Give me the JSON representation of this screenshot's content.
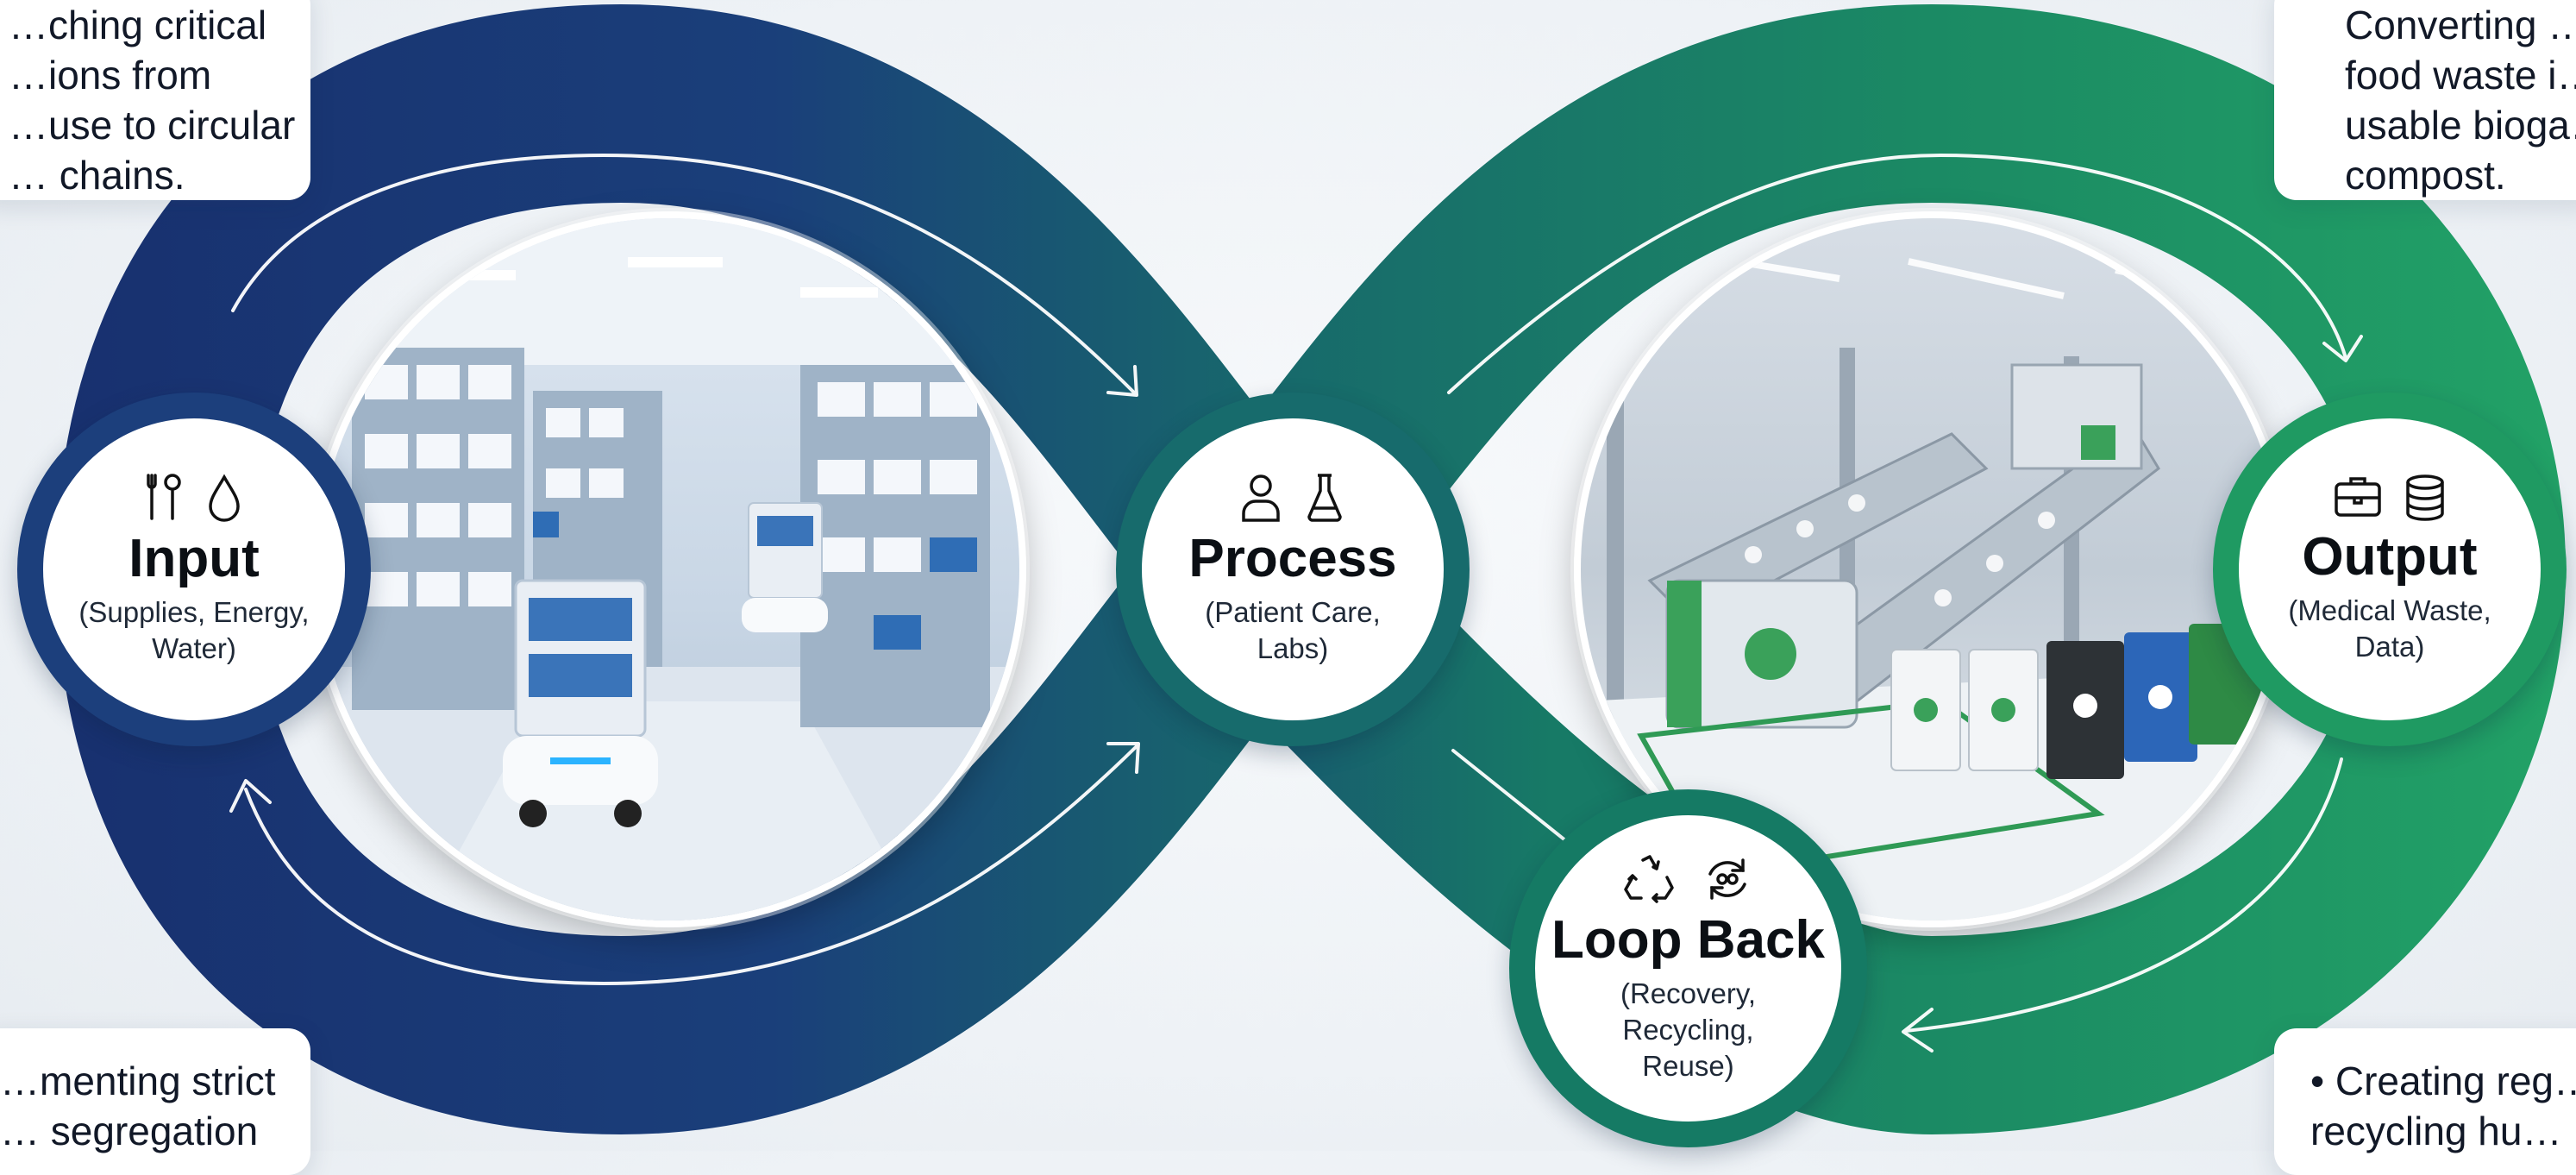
{
  "cards": {
    "top_left": [
      "…ching critical",
      "…ions from",
      "…use to circular",
      "… chains."
    ],
    "top_right": [
      "Converting …",
      "food waste i…",
      "usable bioga…",
      "compost."
    ],
    "bottom_left": [
      "…menting strict",
      "… segregation"
    ],
    "bottom_right": [
      "• Creating reg…",
      "recycling hu…"
    ]
  },
  "nodes": {
    "input": {
      "title": "Input",
      "sub": [
        "(Supplies, Energy,",
        "Water)"
      ],
      "icons": [
        "tools-icon",
        "water-drop-icon"
      ],
      "ring_color": "#1c3f7c"
    },
    "process": {
      "title": "Process",
      "sub": [
        "(Patient Care,",
        "Labs)"
      ],
      "icons": [
        "person-icon",
        "flask-icon"
      ],
      "ring_color": "#176b6c"
    },
    "output": {
      "title": "Output",
      "sub": [
        "(Medical Waste,",
        "Data)"
      ],
      "icons": [
        "briefcase-icon",
        "database-icon"
      ],
      "ring_color": "#1f9a62"
    },
    "loop_back": {
      "title": "Loop Back",
      "sub": [
        "(Recovery,",
        "Recycling,",
        "Reuse)"
      ],
      "icons": [
        "recycle-icon",
        "reuse-cycle-icon"
      ],
      "ring_color": "#157a64"
    }
  },
  "photos": {
    "left": "automated-medical-warehouse-photo",
    "right": "waste-recycling-facility-photo"
  },
  "colors": {
    "navy": "#183a78",
    "teal": "#166e6a",
    "green": "#1f9a62"
  }
}
